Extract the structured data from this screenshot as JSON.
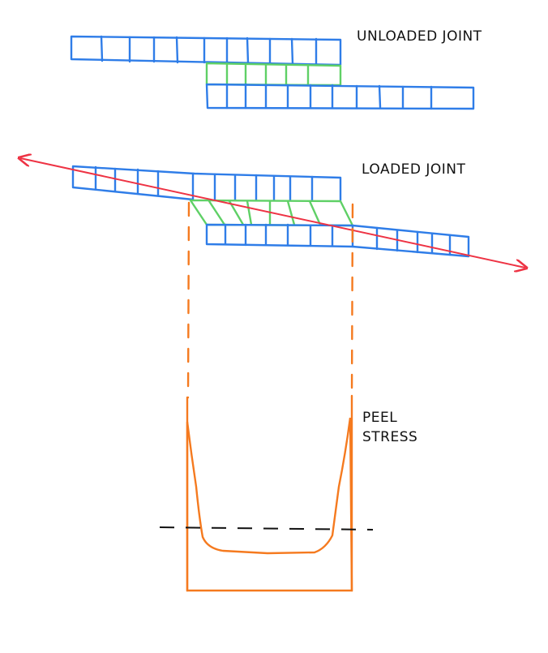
{
  "labels": {
    "unloaded": "UNLOADED JOINT",
    "loaded": "LOADED JOINT",
    "peel_line1": "PEEL",
    "peel_line2": "STRESS"
  },
  "colors": {
    "adherend": "#2f7de8",
    "adhesive": "#5fd066",
    "load_line": "#ee3344",
    "stress": "#f57a1f",
    "zero_line": "#111111"
  }
}
